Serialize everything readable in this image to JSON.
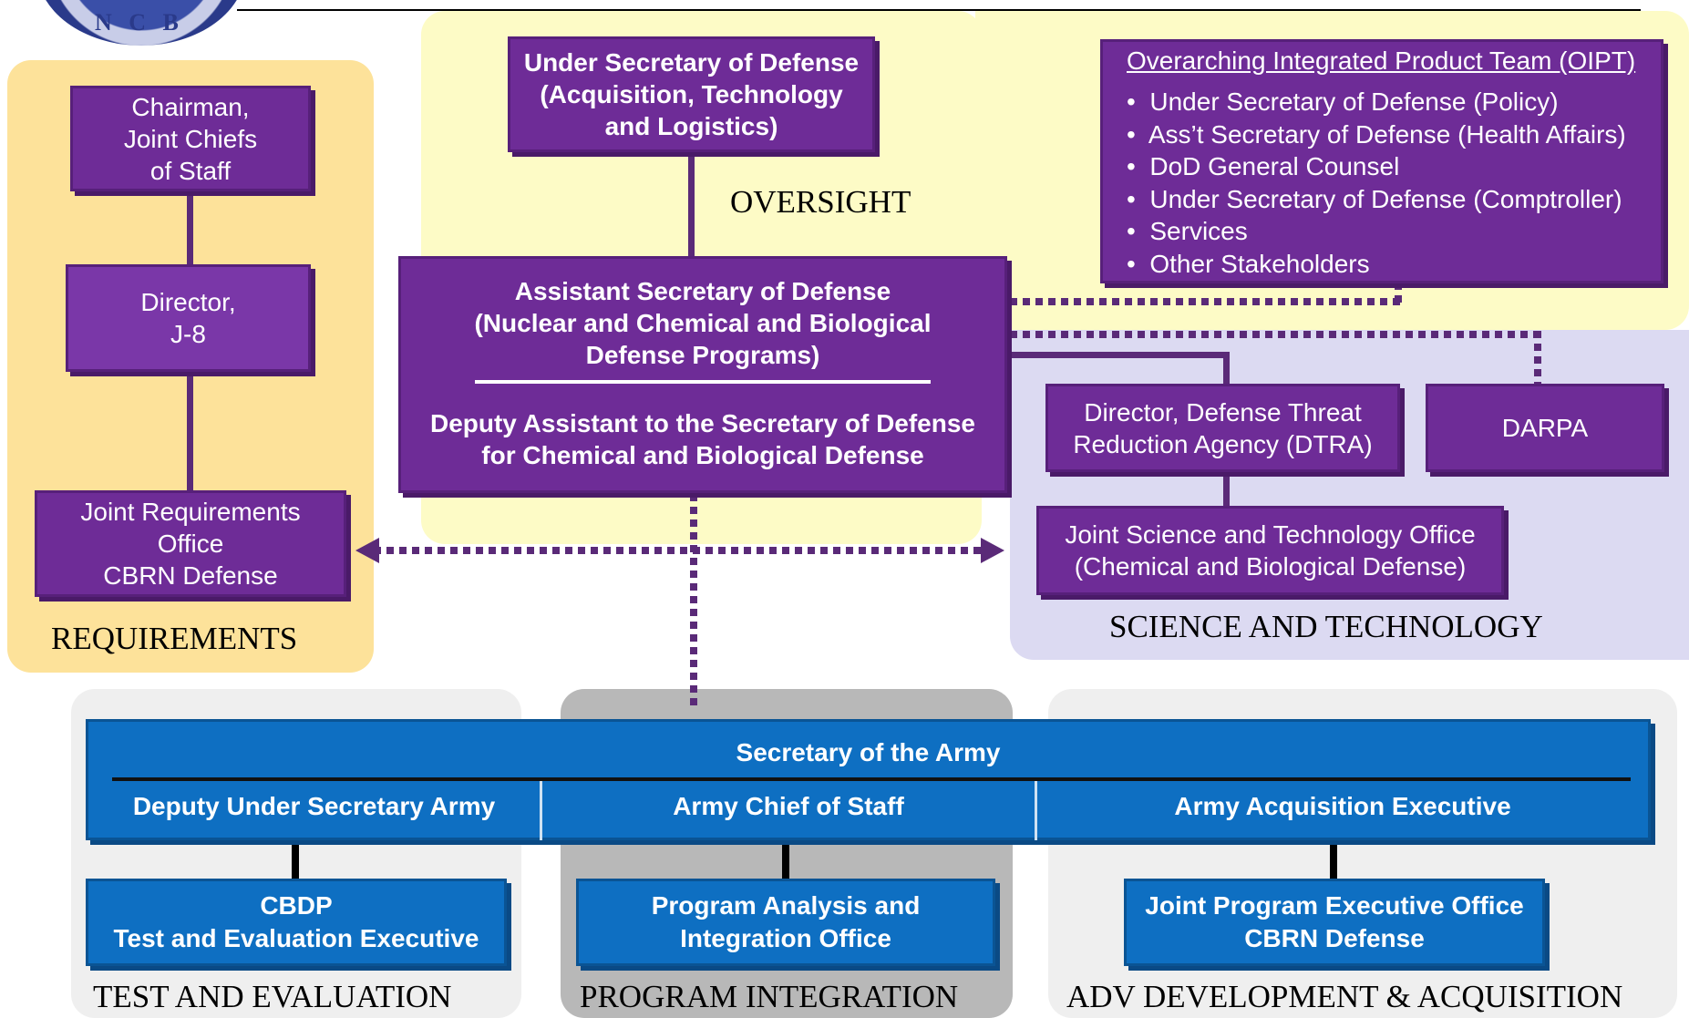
{
  "logo": {
    "text": "N C B"
  },
  "regions": {
    "oversight": "OVERSIGHT",
    "requirements": "REQUIREMENTS",
    "science": "SCIENCE AND TECHNOLOGY",
    "test_eval": "TEST AND EVALUATION",
    "program_integration": "PROGRAM INTEGRATION",
    "adv_dev": "ADV DEVELOPMENT & ACQUISITION"
  },
  "boxes": {
    "usd": [
      "Under Secretary of Defense",
      "(Acquisition, Technology",
      "and Logistics)"
    ],
    "asd": [
      "Assistant Secretary of Defense",
      "(Nuclear and Chemical and Biological",
      "Defense Programs)"
    ],
    "datsd": [
      "Deputy Assistant to the Secretary of Defense",
      "for Chemical and Biological Defense"
    ],
    "cjcs": [
      "Chairman,",
      "Joint Chiefs",
      "of Staff"
    ],
    "j8": [
      "Director,",
      "J-8"
    ],
    "jro": [
      "Joint Requirements",
      "Office",
      "CBRN Defense"
    ],
    "dtra": [
      "Director, Defense Threat",
      "Reduction Agency (DTRA)"
    ],
    "darpa": "DARPA",
    "jsto": [
      "Joint Science and Technology Office",
      "(Chemical and Biological Defense)"
    ]
  },
  "oipt": {
    "title": "Overarching Integrated Product Team (OIPT)",
    "items": [
      "Under Secretary of Defense (Policy)",
      "Ass’t Secretary of Defense (Health Affairs)",
      "DoD General Counsel",
      "Under Secretary of Defense (Comptroller)",
      "Services",
      "Other Stakeholders"
    ]
  },
  "army": {
    "secretary": "Secretary of the Army",
    "deputy": "Deputy Under Secretary Army",
    "chief": "Army Chief of Staff",
    "acquisition": "Army Acquisition Executive"
  },
  "bottom_boxes": {
    "cbdp": [
      "CBDP",
      "Test and Evaluation Executive"
    ],
    "paio": [
      "Program Analysis and",
      "Integration Office"
    ],
    "jpeo": [
      "Joint Program Executive Office",
      "CBRN Defense"
    ]
  },
  "colors": {
    "purple_box": "#6e2c97",
    "blue_box": "#0e6fc2",
    "requirements_bg": "#fde29a",
    "oversight_bg": "#fdfbc6",
    "science_bg": "#dcdaf2",
    "test_bg": "#efefef",
    "integration_bg": "#b8b8b8"
  }
}
